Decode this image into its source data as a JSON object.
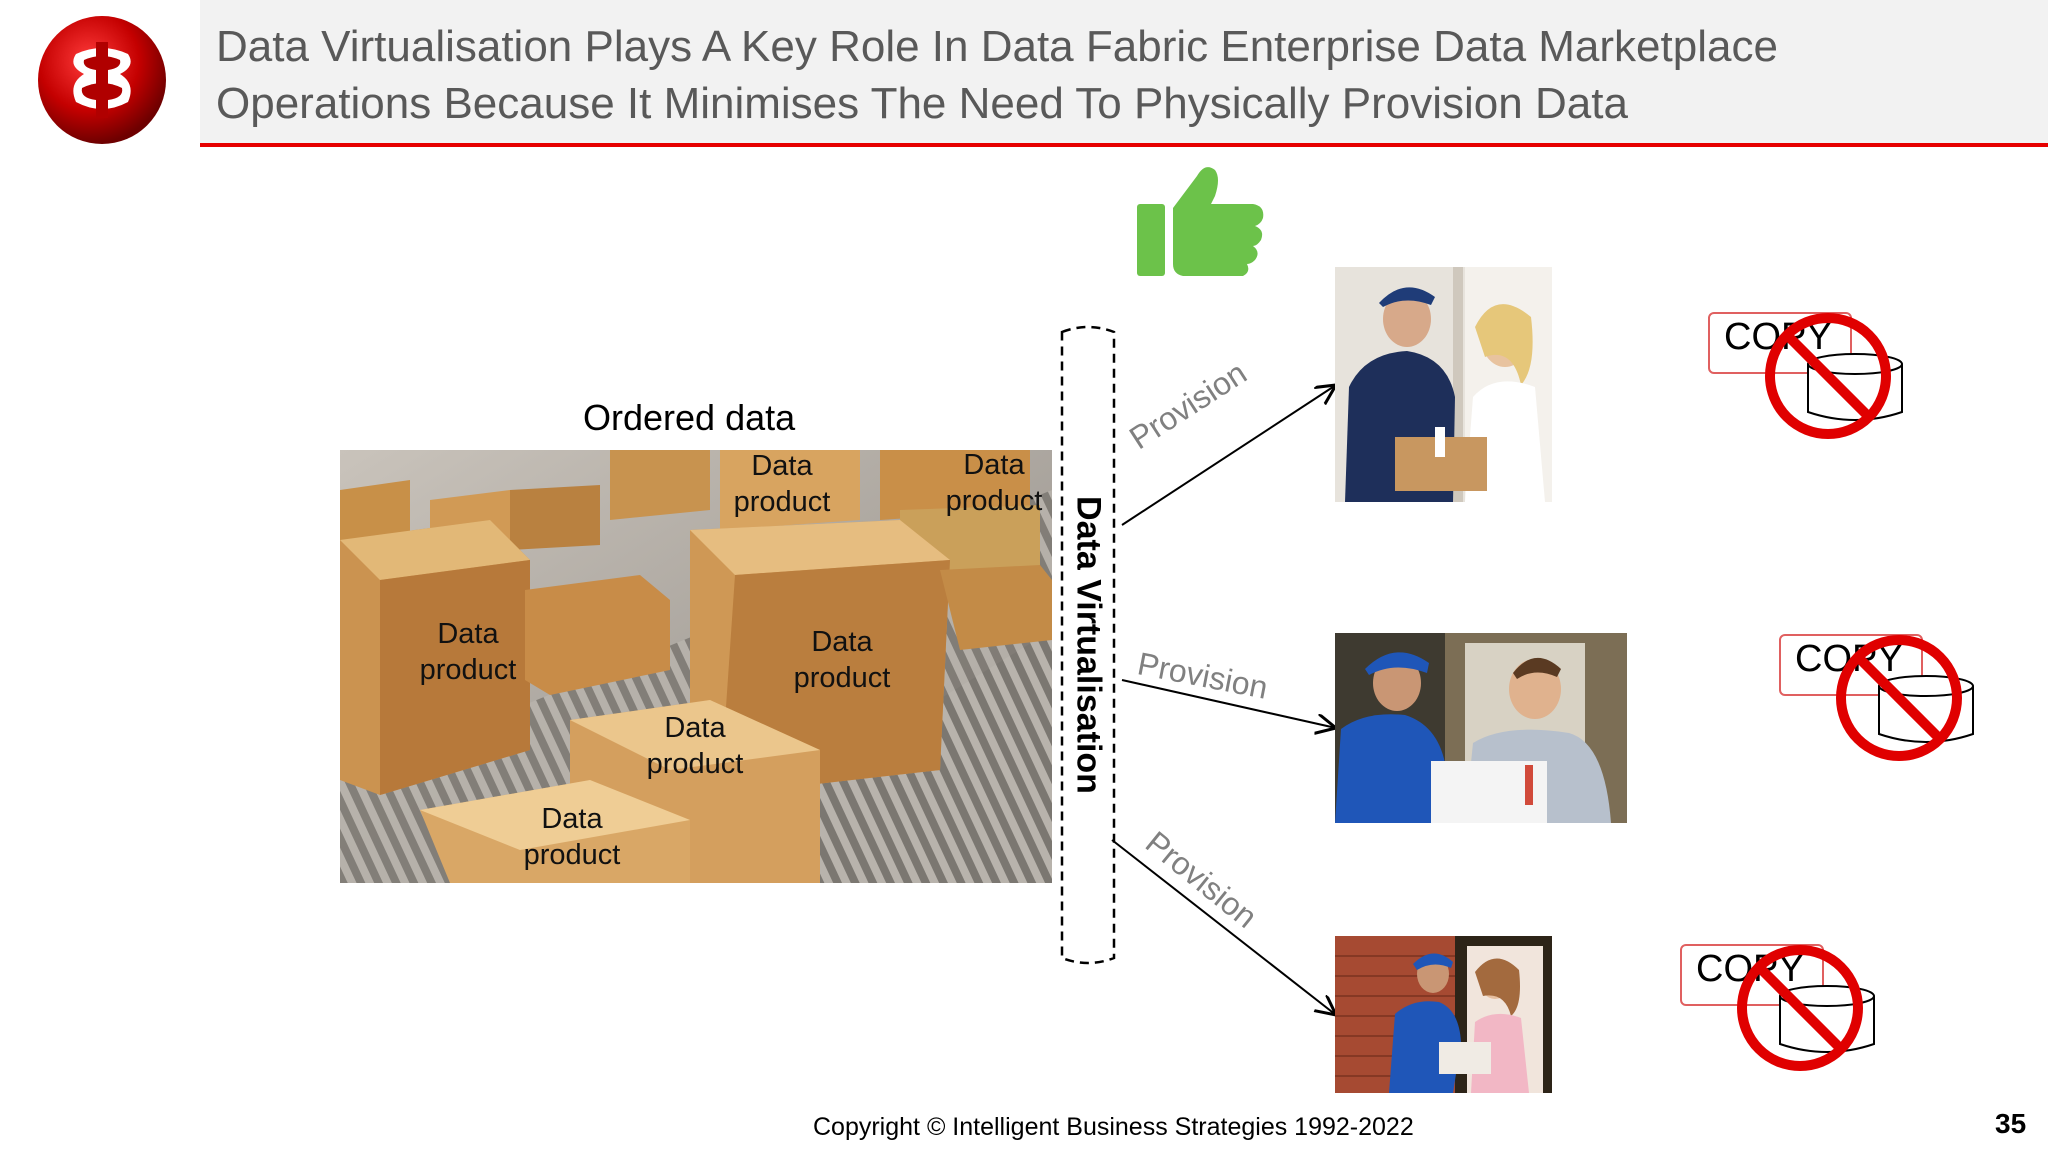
{
  "header": {
    "title_line1": "Data Virtualisation Plays A Key Role In Data Fabric Enterprise Data Marketplace",
    "title_line2": "Operations Because It Minimises The Need To Physically Provision Data"
  },
  "diagram": {
    "ordered_data_label": "Ordered data",
    "data_product_labels": [
      {
        "line1": "Data",
        "line2": "product"
      },
      {
        "line1": "Data",
        "line2": "product"
      },
      {
        "line1": "Data",
        "line2": "product"
      },
      {
        "line1": "Data",
        "line2": "product"
      },
      {
        "line1": "Data",
        "line2": "product"
      },
      {
        "line1": "Data",
        "line2": "product"
      }
    ],
    "virtualisation_label": "Data Virtualisation",
    "provision_labels": [
      "Provision",
      "Provision",
      "Provision"
    ],
    "copy_labels": [
      "COPY",
      "COPY",
      "COPY"
    ]
  },
  "colors": {
    "accent_red": "#e60000",
    "thumb_green": "#6cc24a",
    "title_grey": "#595959",
    "provision_grey": "#808080"
  },
  "footer": {
    "copyright": "Copyright © Intelligent Business Strategies 1992-2022",
    "page_number": "35"
  }
}
